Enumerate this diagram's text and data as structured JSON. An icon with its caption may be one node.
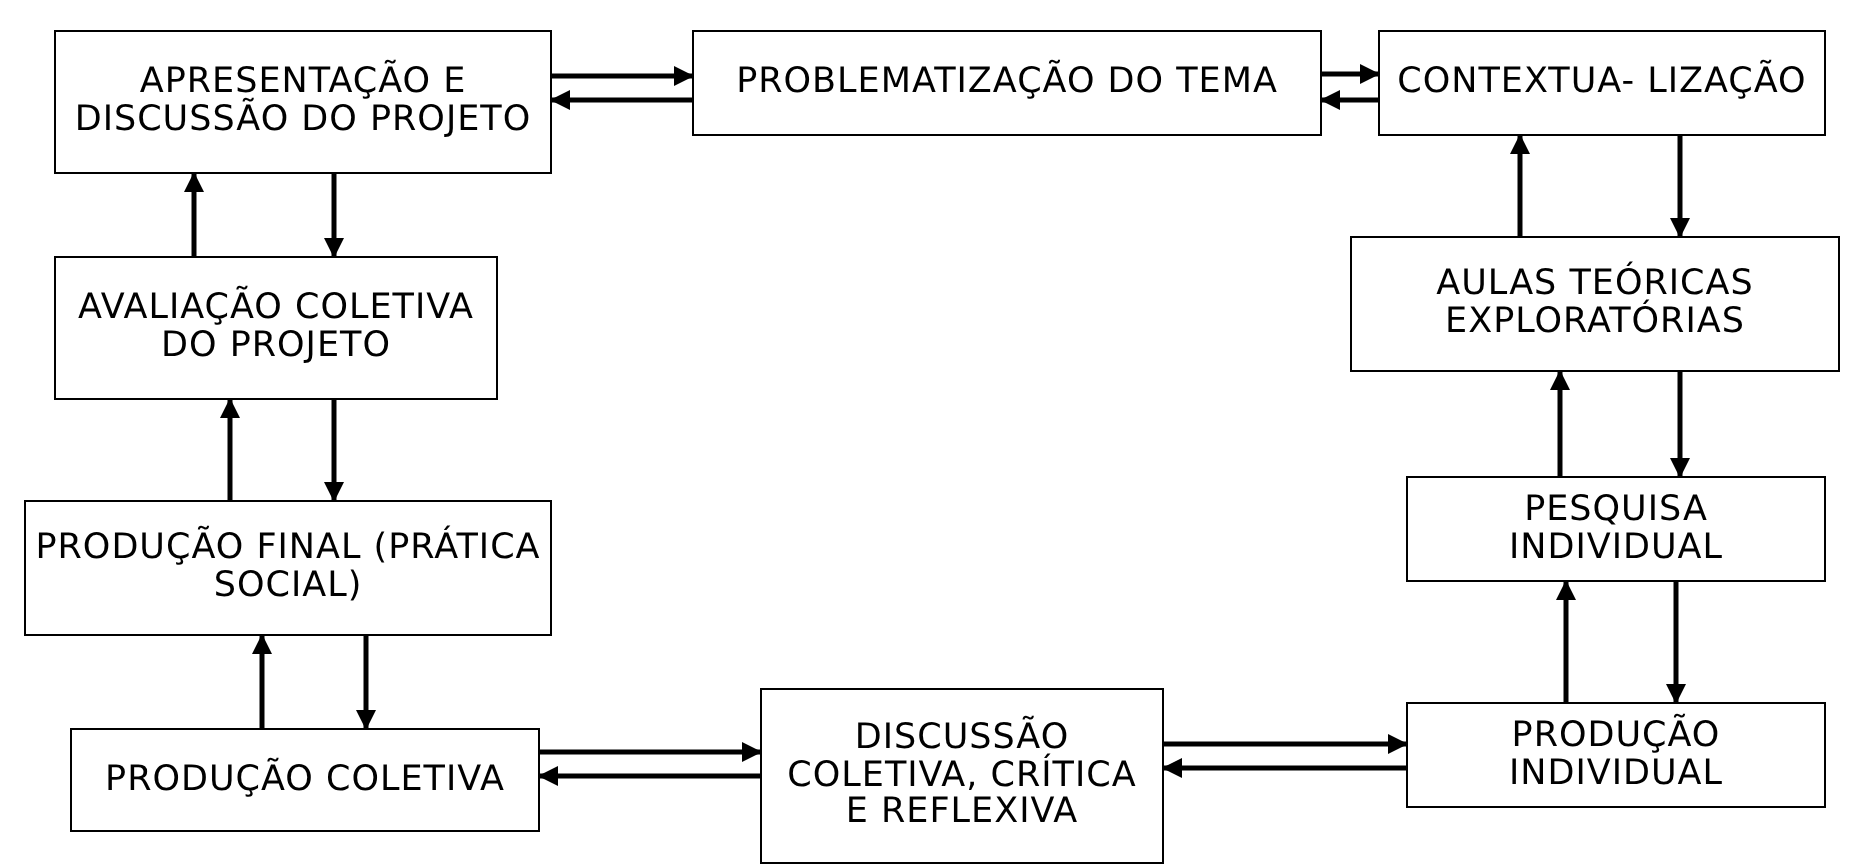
{
  "diagram": {
    "nodes": [
      {
        "text": [
          "APRESENTAÇÃO E DISCUSSÃO DO PROJETO"
        ]
      },
      {
        "text": [
          "PROBLEMATIZAÇÃO DO TEMA"
        ]
      },
      {
        "text": [
          "CONTEXTUA- LIZAÇÃO"
        ]
      },
      {
        "text": [
          "AVALIAÇÃO COLETIVA DO PROJETO"
        ]
      },
      {
        "text": [
          "AULAS TEÓRICAS EXPLORATÓRIAS"
        ]
      },
      {
        "text": [
          "PRODUÇÃO FINAL (PRÁTICA SOCIAL)"
        ]
      },
      {
        "text": [
          "PESQUISA INDIVIDUAL"
        ]
      },
      {
        "text": [
          "PRODUÇÃO COLETIVA"
        ]
      },
      {
        "text": [
          "DISCUSSÃO COLETIVA, CRÍTICA E REFLEXIVA"
        ]
      },
      {
        "text": [
          "PRODUÇÃO INDIVIDUAL"
        ]
      }
    ],
    "edges": [
      {
        "from": 0,
        "to": 1,
        "arrow": "to"
      },
      {
        "from": 1,
        "to": 0,
        "arrow": "to"
      },
      {
        "from": 1,
        "to": 2,
        "arrow": "to"
      },
      {
        "from": 2,
        "to": 1,
        "arrow": "to"
      },
      {
        "from": 4,
        "to": 2,
        "arrow": "to"
      },
      {
        "from": 2,
        "to": 4,
        "arrow": "to"
      },
      {
        "from": 6,
        "to": 4,
        "arrow": "to"
      },
      {
        "from": 4,
        "to": 6,
        "arrow": "to"
      },
      {
        "from": 9,
        "to": 6,
        "arrow": "to"
      },
      {
        "from": 6,
        "to": 9,
        "arrow": "to"
      },
      {
        "from": 8,
        "to": 9,
        "arrow": "to"
      },
      {
        "from": 9,
        "to": 8,
        "arrow": "to"
      },
      {
        "from": 7,
        "to": 8,
        "arrow": "to"
      },
      {
        "from": 8,
        "to": 7,
        "arrow": "to"
      },
      {
        "from": 7,
        "to": 5,
        "arrow": "to"
      },
      {
        "from": 5,
        "to": 7,
        "arrow": "to"
      },
      {
        "from": 5,
        "to": 3,
        "arrow": "to"
      },
      {
        "from": 3,
        "to": 5,
        "arrow": "to"
      },
      {
        "from": 3,
        "to": 0,
        "arrow": "to"
      },
      {
        "from": 0,
        "to": 3,
        "arrow": "to"
      }
    ]
  }
}
